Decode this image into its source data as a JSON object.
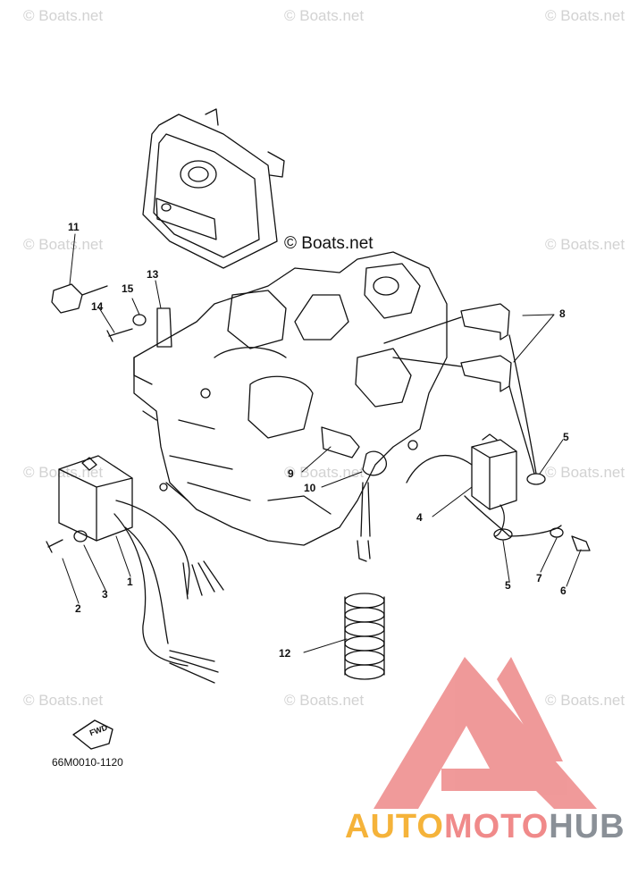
{
  "watermark": {
    "text": "© Boats.net",
    "main_text": "© Boats.net"
  },
  "callouts": [
    "1",
    "2",
    "3",
    "4",
    "5",
    "5",
    "6",
    "7",
    "8",
    "9",
    "10",
    "11",
    "12",
    "13",
    "14",
    "15"
  ],
  "diagram_code": "66M0010-1120",
  "fwd_label": "FWD",
  "brand": {
    "part1": "AUTO",
    "part2": "MOTO",
    "part3": "HUB"
  },
  "colors": {
    "line": "#111111",
    "watermark": "#d2d2d2",
    "logo_red": "#ee8f8f",
    "brand_yellow": "#f5b33a",
    "brand_pink": "#f08a8a",
    "brand_gray": "#8a9097"
  }
}
